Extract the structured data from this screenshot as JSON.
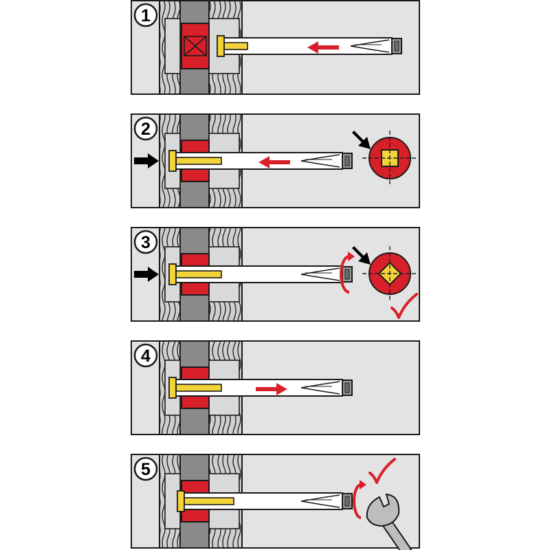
{
  "colors": {
    "panel_bg": "#e3e3e3",
    "outline": "#1a1a1a",
    "wall_light": "#cfcfcf",
    "wall_core": "#8a8a8a",
    "red": "#d8202a",
    "yellow": "#f2d43a",
    "sleeve": "#ffffff",
    "nut": "#9a9a9a",
    "arrow_black": "#000000",
    "check_red": "#d8202a"
  },
  "steps": [
    {
      "number": "1",
      "icons": [
        "insert-arrow-icon"
      ]
    },
    {
      "number": "2",
      "icons": [
        "push-arrow-icon",
        "insert-arrow-icon",
        "square-hole-icon"
      ]
    },
    {
      "number": "3",
      "icons": [
        "push-arrow-icon",
        "rotate-icon",
        "rotated-square-hole-icon",
        "checkmark-icon"
      ]
    },
    {
      "number": "4",
      "icons": [
        "withdraw-arrow-icon"
      ]
    },
    {
      "number": "5",
      "icons": [
        "rotate-icon",
        "checkmark-icon",
        "wrench-icon"
      ]
    }
  ]
}
